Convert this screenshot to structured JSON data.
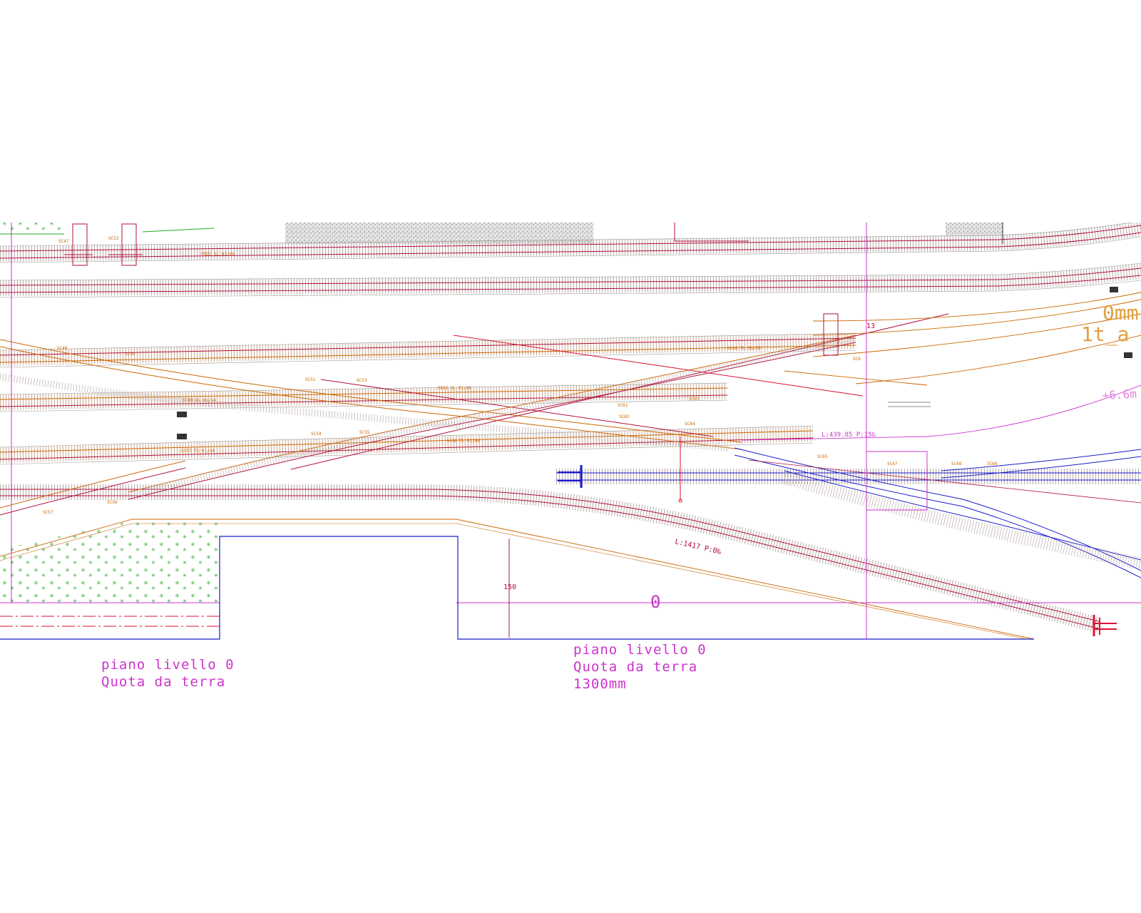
{
  "labels": {
    "level_left_line1": "piano livello 0",
    "level_left_line2": "Quota da terra",
    "level_right_line1": "piano livello 0",
    "level_right_line2": "Quota da terra",
    "level_right_line3": "1300mm",
    "zero_mark": "0",
    "dimension_150": "150",
    "track_length_lower": "L:1417 P:0‰",
    "track_length_mid": "L:439.85 P:15‰",
    "elevation_right": "+6.6m",
    "orange_text_a": "0mm",
    "orange_text_b": "1t_a",
    "sheet_ref": "13"
  },
  "colors": {
    "track_rail": "#b0103a",
    "track_alt": "#cc6600",
    "track_blue": "#1a1acc",
    "sleeper": "#b8a8a8",
    "magenta": "#cc33cc",
    "ballast": "#808080",
    "grass": "#22aa22"
  }
}
